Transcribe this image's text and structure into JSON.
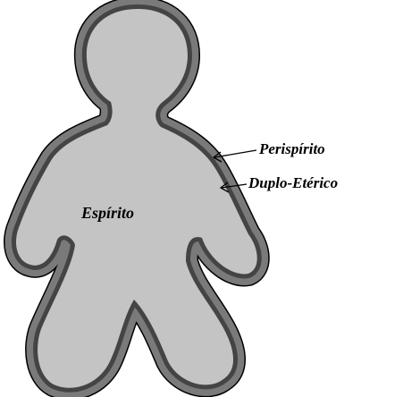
{
  "labels": {
    "outer": "Perispírito",
    "middle": "Duplo-Etérico",
    "inner": "Espírito"
  },
  "colors": {
    "outer_layer": "#7a7a7a",
    "middle_band": "#444444",
    "inner_body": "#c4c4c4",
    "outline": "#000000",
    "text": "#000000"
  }
}
